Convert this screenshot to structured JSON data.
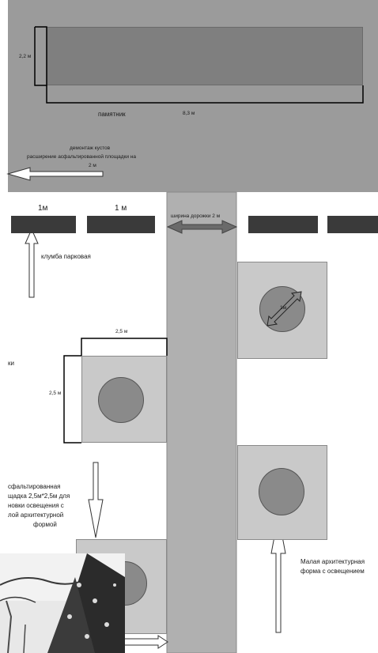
{
  "top_area": {
    "monument_height_label": "2,2 м",
    "monument_length_label": "8,3 м",
    "monument_label": "памятник",
    "note_line1": "демонтаж кустов",
    "note_line2": "расширение асфальтированной площадки на",
    "note_line3": "2 м"
  },
  "bars": {
    "label_1": "1м",
    "label_2": "1 м"
  },
  "path": {
    "width_label": "ширина дорожки 2 м"
  },
  "flowerbed": {
    "label": "клумба парковая"
  },
  "circle_right_top": {
    "diameter_label": "1м"
  },
  "plot_left": {
    "width_label": "2,5 м",
    "height_label": "2,5 м"
  },
  "cut_text": {
    "left_fragment": "ки"
  },
  "asphalt_note": {
    "line1": "сфальтированная",
    "line2": "щадка 2,5м*2,5м для",
    "line3": "новки освещения с",
    "line4": "лой архитектурной",
    "line5": "формой"
  },
  "maf_note": {
    "line1": "Малая архитектурная",
    "line2": "форма с освещением"
  },
  "colors": {
    "top_background": "#9b9b9b",
    "monument_fill": "#7f7f7f",
    "path_fill": "#b0b0b0",
    "plot_fill": "#c9c9c9",
    "bar_fill": "#3a3a3a",
    "circle_fill": "#8a8a8a"
  }
}
